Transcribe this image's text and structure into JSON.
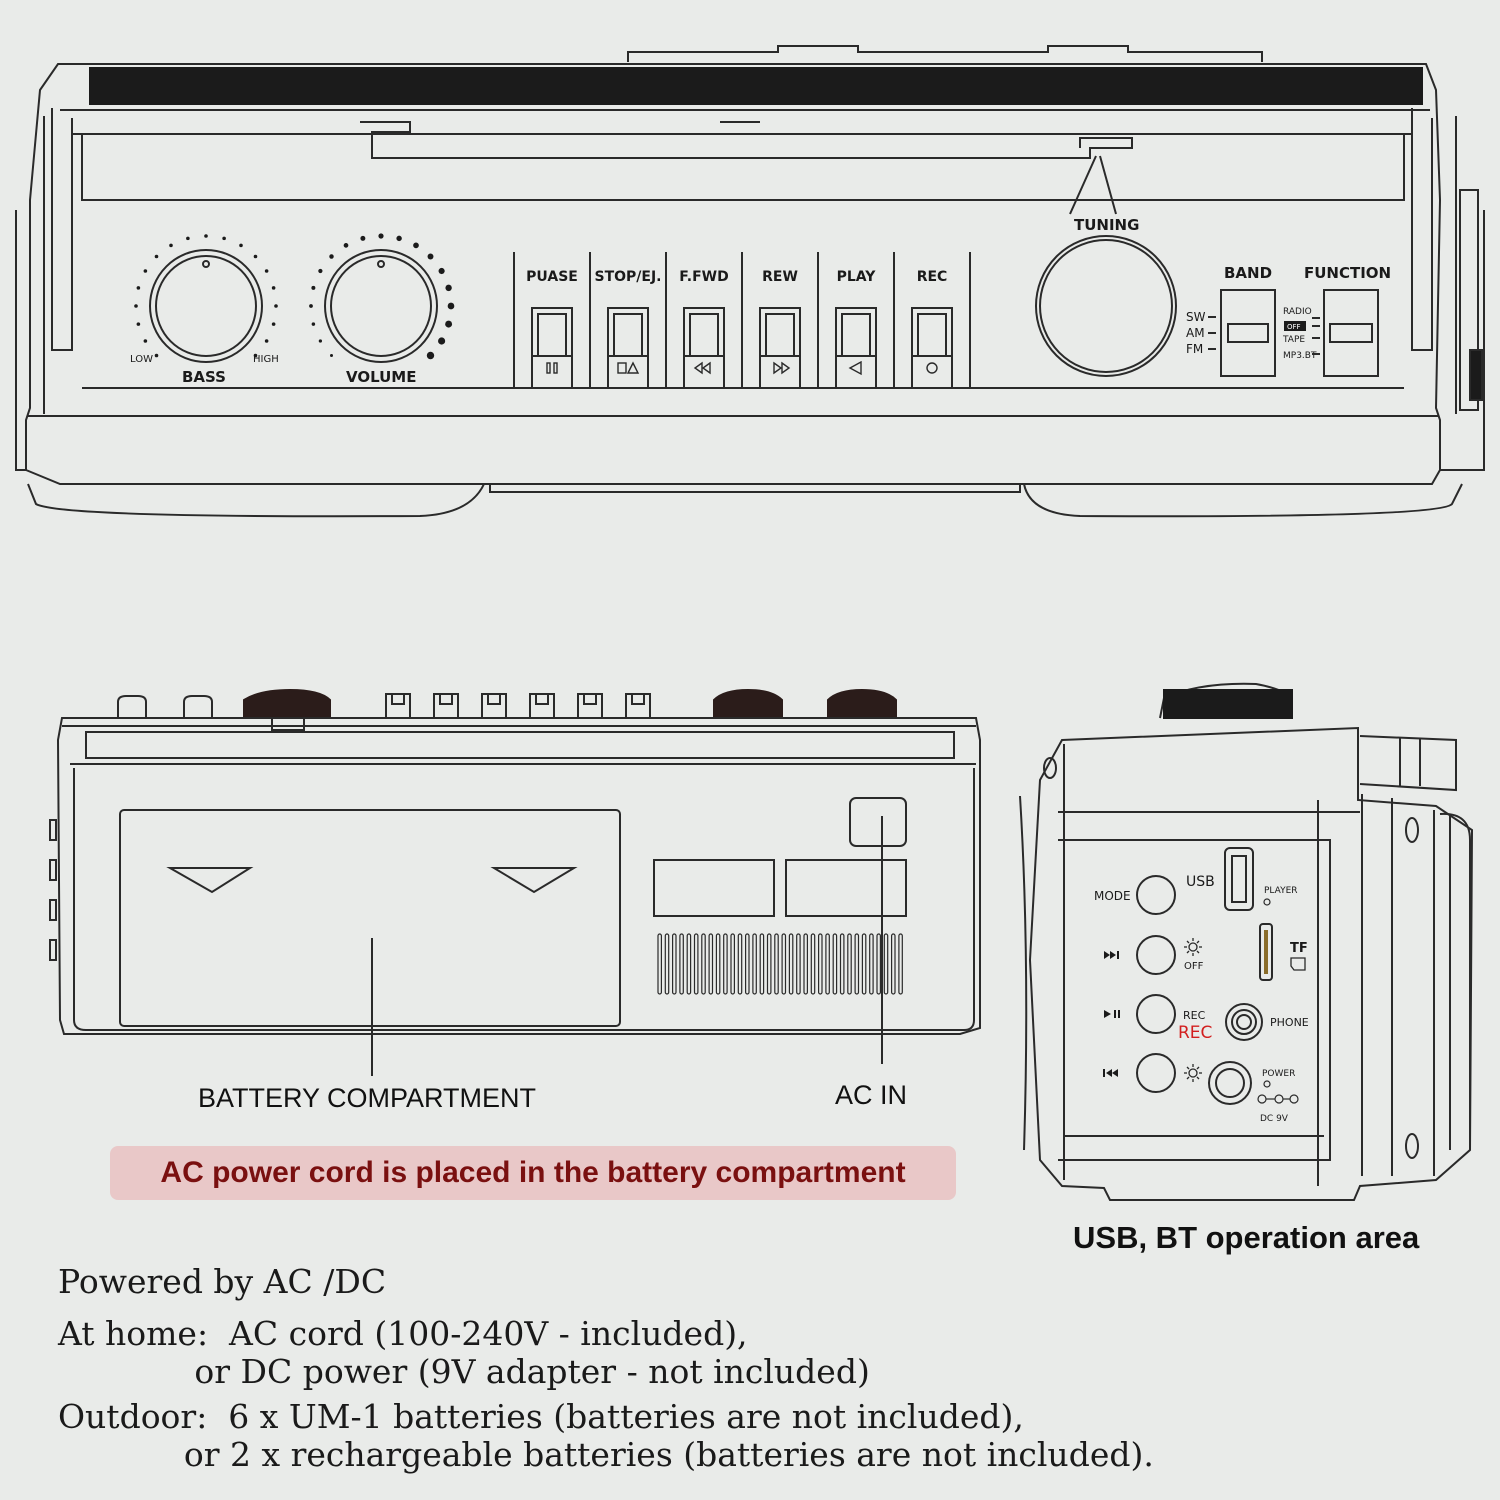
{
  "front_panel": {
    "knobs": [
      {
        "label": "BASS",
        "low": "LOW",
        "high": "HIGH"
      },
      {
        "label": "VOLUME"
      }
    ],
    "buttons": [
      "PUASE",
      "STOP/EJ.",
      "F.FWD",
      "REW",
      "PLAY",
      "REC"
    ],
    "button_icons": [
      "pause-icon",
      "stop-eject-icon",
      "fast-forward-icon",
      "rewind-icon",
      "play-icon",
      "record-icon"
    ],
    "tuning_label": "TUNING",
    "band": {
      "label": "BAND",
      "options": [
        "SW",
        "AM",
        "FM"
      ]
    },
    "function": {
      "label": "FUNCTION",
      "options": [
        "RADIO",
        "OFF",
        "TAPE",
        "MP3.BT"
      ]
    }
  },
  "back_view": {
    "battery_label": "BATTERY COMPARTMENT",
    "ac_in_label": "AC IN",
    "note": "AC power cord is placed in the battery compartment"
  },
  "side_panel": {
    "mode_label": "MODE",
    "usb_label": "USB",
    "player_label": "PLAYER",
    "off_label": "OFF",
    "tf_label": "TF",
    "rec_label": "REC",
    "rec_red_label": "REC",
    "phone_label": "PHONE",
    "power_label": "POWER",
    "dc_label": "DC 9V",
    "caption": "USB, BT operation area",
    "accent_red": "#d21f1f"
  },
  "power_info": {
    "heading": "Powered by AC /DC",
    "home_line1": "At home:  AC cord (100-240V - included),",
    "home_line2": "             or DC power (9V adapter - not included)",
    "outdoor_line1": "Outdoor:  6 x UM-1 batteries (batteries are not included),",
    "outdoor_line2": "            or 2 x rechargeable batteries (batteries are not included)."
  }
}
